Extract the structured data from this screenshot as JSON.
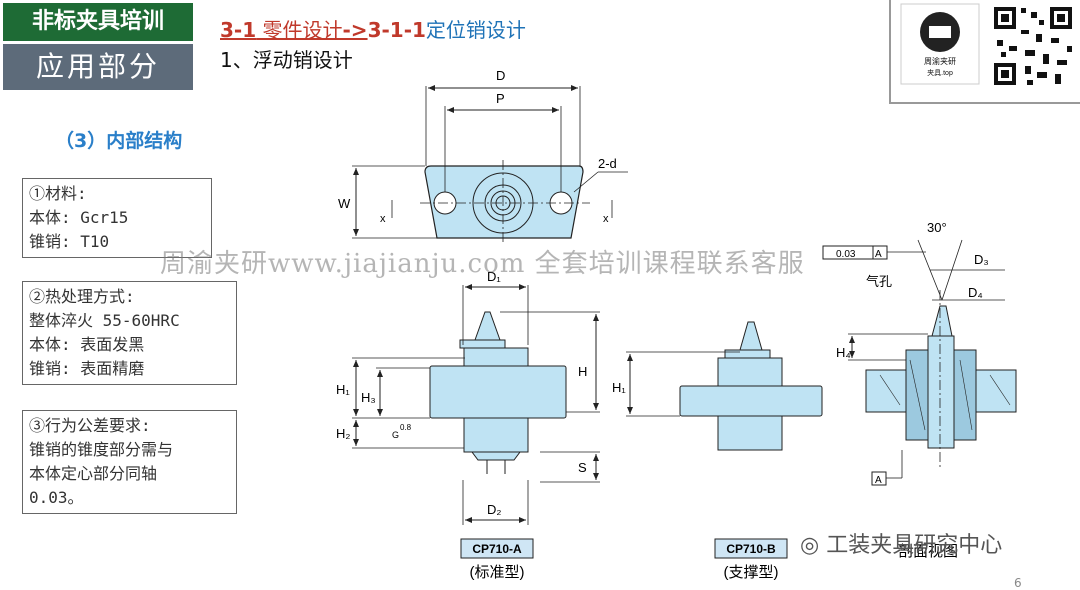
{
  "sidebar": {
    "title_top": "非标夹具培训",
    "title_bottom": "应用部分"
  },
  "header": {
    "section_num": "3-1",
    "section_name": " 零件设计",
    "arrow": "->",
    "sub_num": "3-1-1",
    "sub_name": "定位销设计",
    "subtitle": "1、浮动销设计"
  },
  "section_heading": "（3）内部结构",
  "info_boxes": [
    {
      "lines": [
        "①材料:",
        "本体: Gcr15",
        "锥销: T10"
      ]
    },
    {
      "lines": [
        "②热处理方式:",
        "整体淬火 55-60HRC",
        "本体: 表面发黑",
        "锥销: 表面精磨"
      ]
    },
    {
      "lines": [
        "③行为公差要求:",
        "锥销的锥度部分需与",
        "本体定心部分同轴",
        "0.03。"
      ]
    }
  ],
  "watermark": "周渝夹研www.jiajianju.com 全套培训课程联系客服",
  "logo": {
    "name_line1": "周渝夹研",
    "name_line2": "夹具.top"
  },
  "drawing_labels": {
    "d": "D",
    "p": "P",
    "w": "W",
    "two_d": "2-d",
    "x": "x",
    "d1": "D₁",
    "d2": "D₂",
    "d3": "D₃",
    "d4": "D₄",
    "h": "H",
    "h1": "H₁",
    "h2": "H₂",
    "h3": "H₃",
    "h4": "H₄",
    "s": "S",
    "angle": "30°",
    "air_hole": "气孔",
    "tolerance": "0.03",
    "datum": "A",
    "rough_g": "G",
    "rough_val": "0.8"
  },
  "models": [
    {
      "code": "CP710-A",
      "desc": "(标准型)"
    },
    {
      "code": "CP710-B",
      "desc": "(支撑型)"
    }
  ],
  "section_view_label": "剖面视图",
  "wechat_text": "工装夹具研究中心",
  "page_number": "6",
  "colors": {
    "part_fill": "#bfe3f3",
    "green": "#1e6b35",
    "gray": "#5d6b7a",
    "label_bg": "#cfe6f5"
  }
}
